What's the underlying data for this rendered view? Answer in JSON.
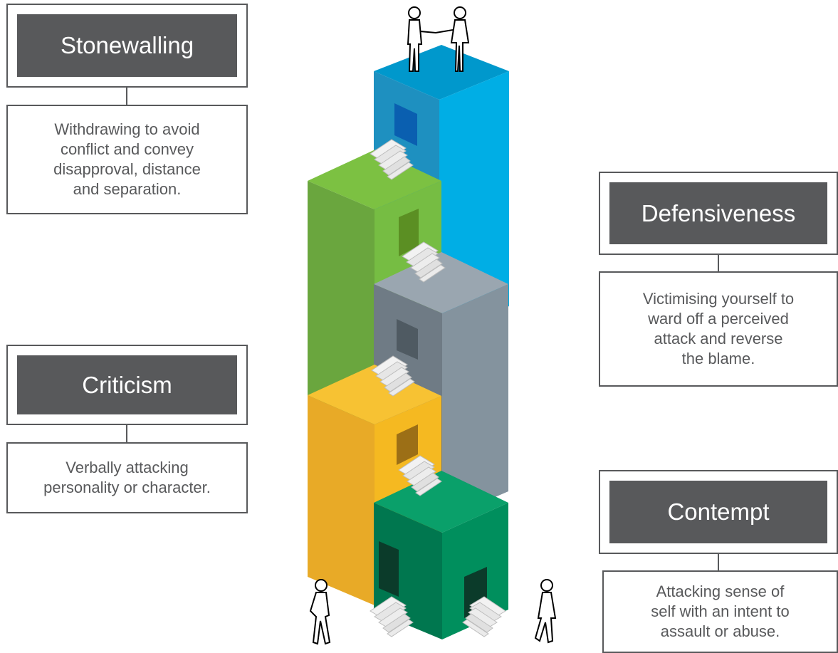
{
  "callouts": {
    "stonewalling": {
      "title": "Stonewalling",
      "description": "Withdrawing to avoid\nconflict and convey\ndisapproval, distance\nand separation."
    },
    "criticism": {
      "title": "Criticism",
      "description": "Verbally attacking\npersonality or character."
    },
    "defensiveness": {
      "title": "Defensiveness",
      "description": "Victimising yourself to\nward off a perceived\nattack and reverse\nthe blame."
    },
    "contempt": {
      "title": "Contempt",
      "description": "Attacking sense of\nself with an intent to\nassault or abuse."
    }
  },
  "tower": {
    "colors": {
      "blue": "#00aee5",
      "green": "#6db33f",
      "grey": "#84939e",
      "yellow": "#f5b921",
      "teal": "#008f5d"
    },
    "icons": [
      "handshake-couple-icon",
      "walking-man-icon",
      "walking-woman-icon",
      "stairs-icon",
      "door-icon"
    ]
  }
}
